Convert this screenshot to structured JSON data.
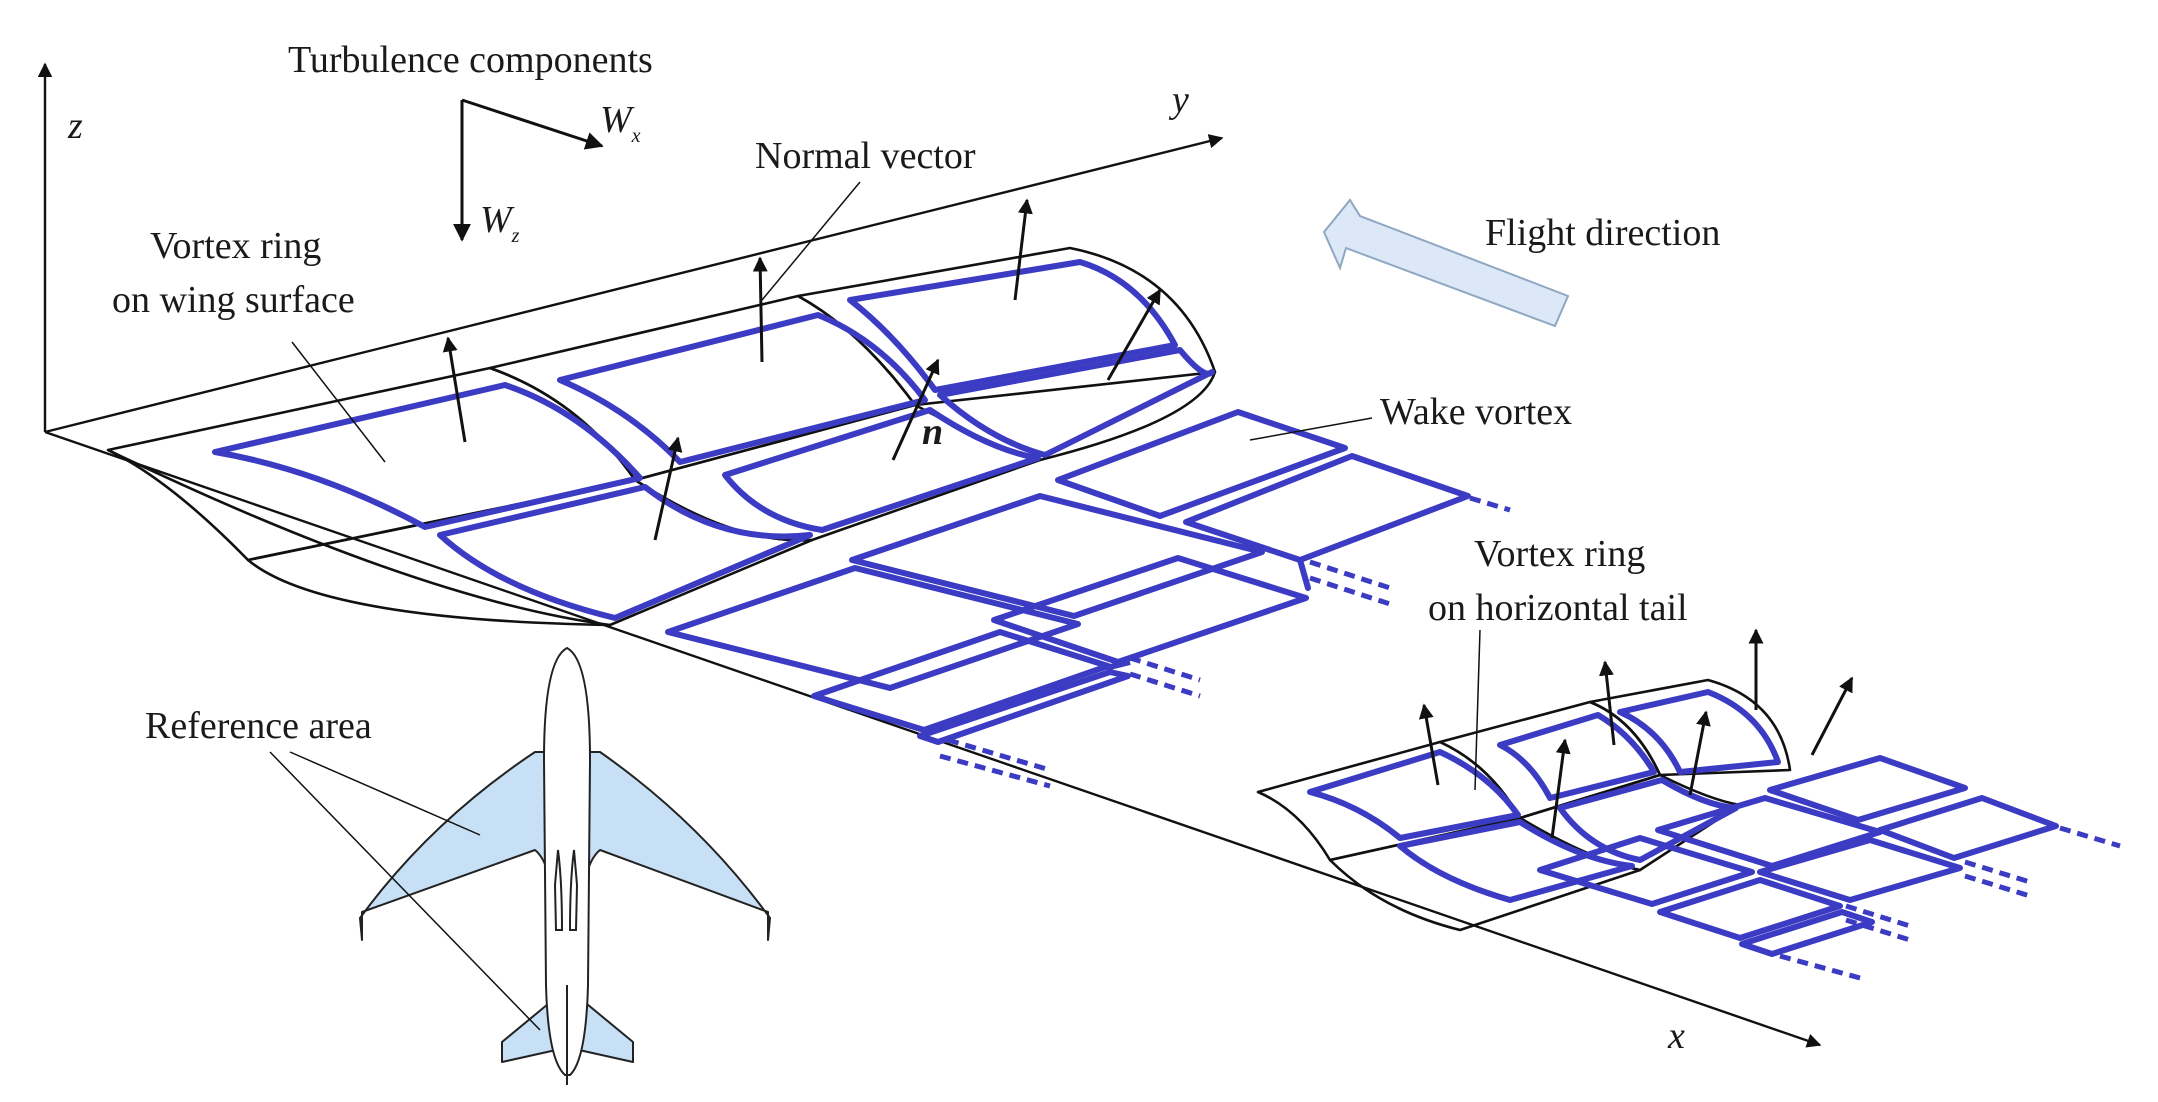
{
  "labels": {
    "turbulence": "Turbulence components",
    "normal_vector": "Normal vector",
    "flight_direction": "Flight direction",
    "vortex_wing_1": "Vortex ring",
    "vortex_wing_2": "on wing surface",
    "wake_vortex": "Wake vortex",
    "vortex_tail_1": "Vortex ring",
    "vortex_tail_2": "on horizontal tail",
    "reference_area": "Reference area",
    "n": "n"
  },
  "axes": {
    "x": "x",
    "y": "y",
    "z": "z"
  },
  "turbulence": {
    "w": "W",
    "sub_x": "x",
    "sub_z": "z"
  },
  "colors": {
    "vortex": "#3b3bc4",
    "area": "#c7e0f6",
    "arrow": "#dce8f7",
    "line": "#111111"
  }
}
